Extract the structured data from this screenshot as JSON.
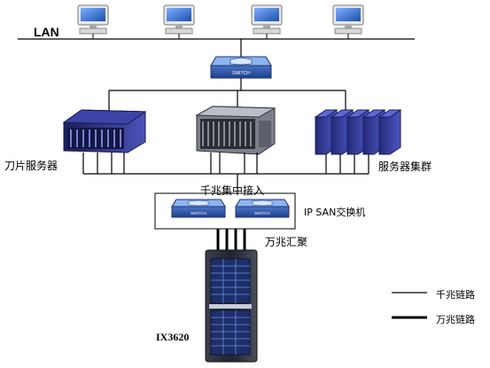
{
  "labels": {
    "lan": "LAN",
    "blade_server": "刀片服务器",
    "server_cluster": "服务器集群",
    "gigabit_access": "千兆集中接入",
    "ip_san_switch": "IP SAN交换机",
    "ten_gig_aggregation": "万兆汇聚",
    "storage_model": "IX3620",
    "switch_badge": "SWITCH"
  },
  "legend": {
    "gigabit_link": "千兆链路",
    "ten_gigabit_link": "万兆链路"
  },
  "colors": {
    "line": "#000000",
    "pc_screen": "#3c6fc0",
    "switch_body": "#1f4fa8",
    "server_blue": "#2b2f8a",
    "storage_dark": "#2a2f3a"
  }
}
